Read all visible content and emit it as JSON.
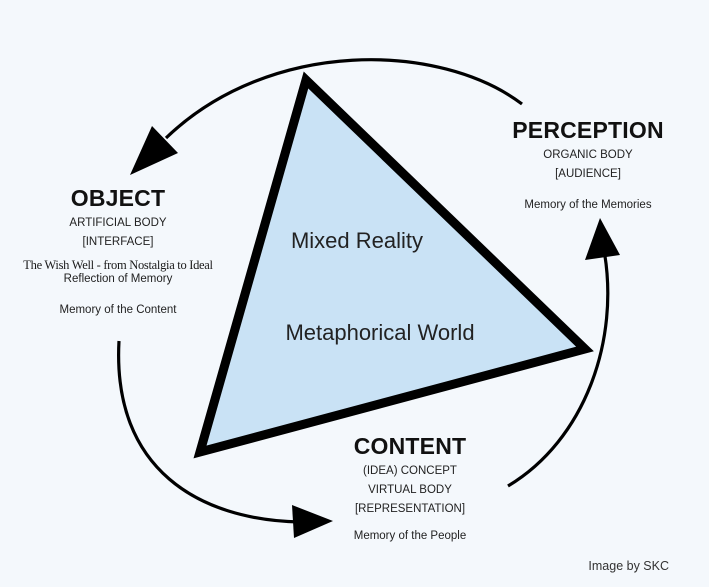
{
  "triangle": {
    "label_top": "Mixed Reality",
    "label_bottom": "Metaphorical World",
    "fill": "#c9e2f5",
    "stroke": "#000000"
  },
  "object": {
    "heading": "OBJECT",
    "line1": "ARTIFICIAL BODY",
    "line2": "[INTERFACE]",
    "line3": "The Wish Well - from Nostalgia to Ideal",
    "line4": "Reflection of Memory",
    "line5": "Memory of the Content"
  },
  "perception": {
    "heading": "PERCEPTION",
    "line1": "ORGANIC BODY",
    "line2": "[AUDIENCE]",
    "line3": "Memory of the Memories"
  },
  "content": {
    "heading": "CONTENT",
    "line1": "(IDEA) CONCEPT",
    "line2": "VIRTUAL BODY",
    "line3": "[REPRESENTATION]",
    "line4": "Memory of the People"
  },
  "credit": "Image by SKC",
  "colors": {
    "background": "#f4f8fc",
    "arrow": "#000000"
  }
}
